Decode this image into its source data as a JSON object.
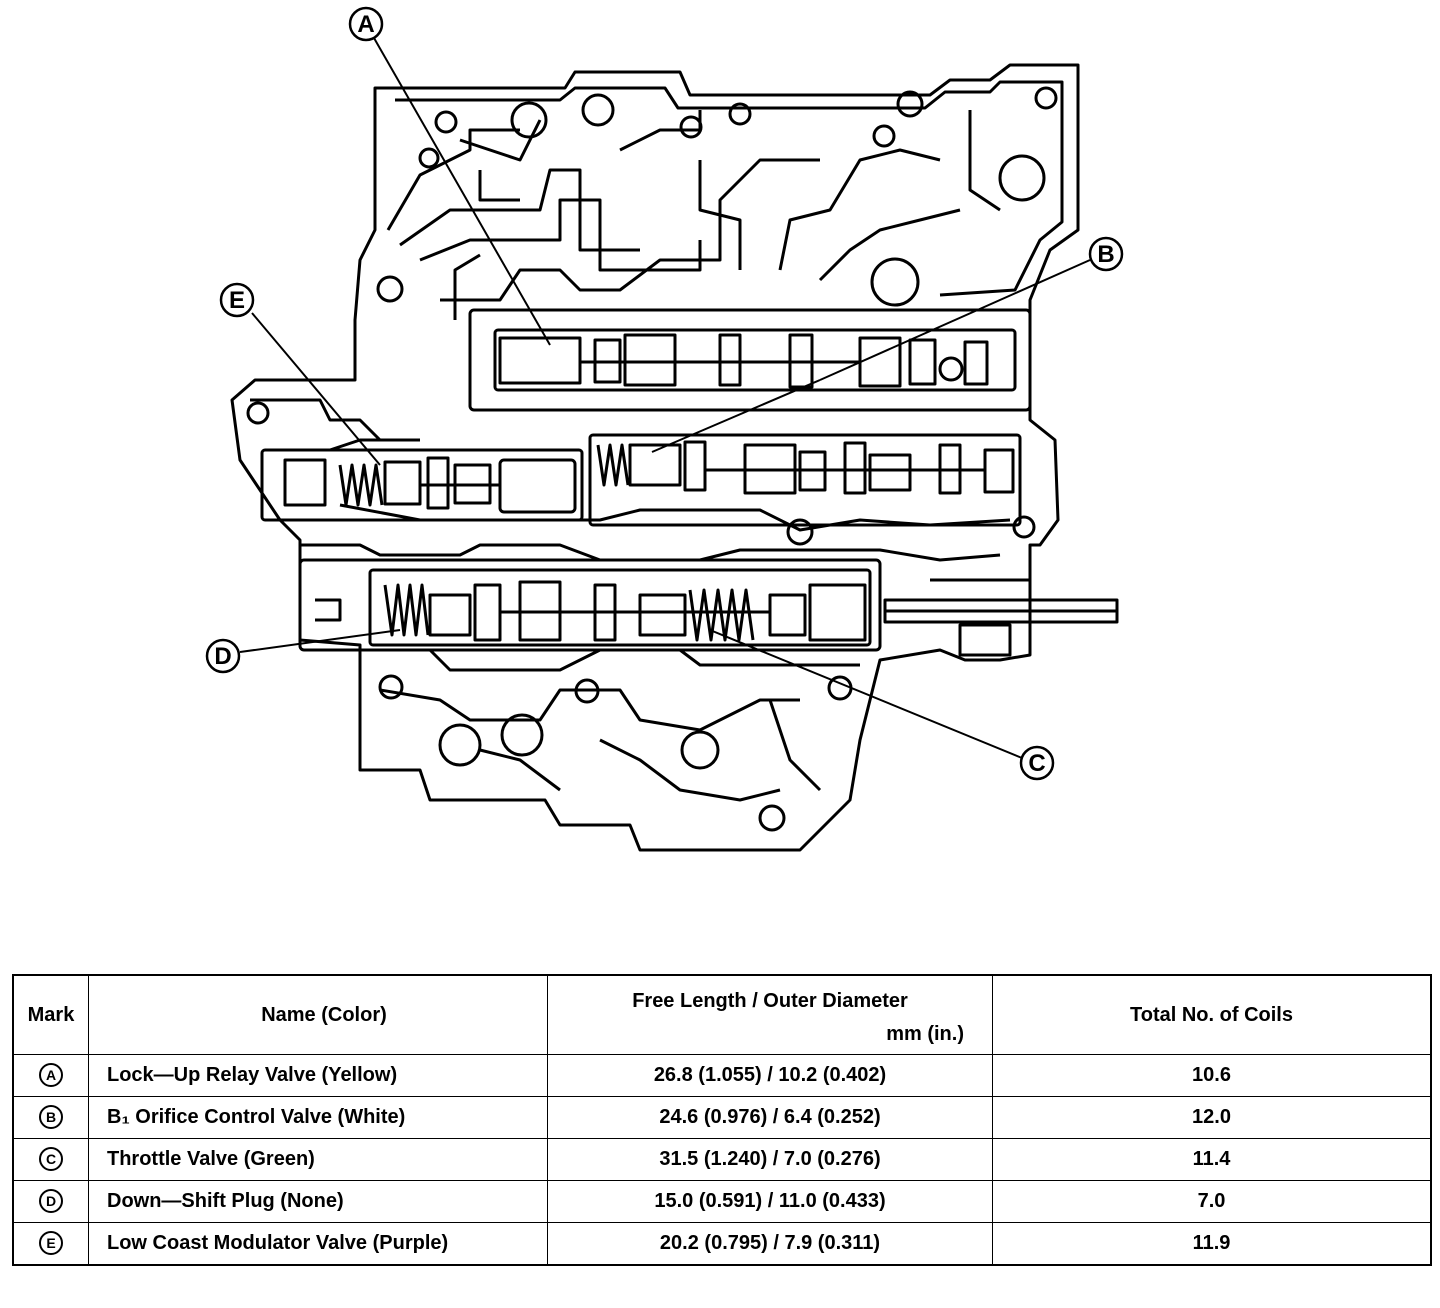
{
  "diagram": {
    "callouts": [
      {
        "mark": "A"
      },
      {
        "mark": "B"
      },
      {
        "mark": "C"
      },
      {
        "mark": "D"
      },
      {
        "mark": "E"
      }
    ]
  },
  "table": {
    "headers": {
      "mark": "Mark",
      "name": "Name (Color)",
      "length": "Free Length / Outer Diameter",
      "length_unit": "mm (in.)",
      "coils": "Total No. of Coils"
    },
    "rows": [
      {
        "mark": "A",
        "name": "Lock—Up Relay Valve (Yellow)",
        "length": "26.8 (1.055) / 10.2 (0.402)",
        "coils": "10.6"
      },
      {
        "mark": "B",
        "name": "B₁ Orifice Control Valve (White)",
        "length": "24.6 (0.976) / 6.4 (0.252)",
        "coils": "12.0"
      },
      {
        "mark": "C",
        "name": "Throttle Valve (Green)",
        "length": "31.5 (1.240) / 7.0 (0.276)",
        "coils": "11.4"
      },
      {
        "mark": "D",
        "name": "Down—Shift Plug (None)",
        "length": "15.0 (0.591) / 11.0 (0.433)",
        "coils": "7.0"
      },
      {
        "mark": "E",
        "name": "Low Coast Modulator Valve (Purple)",
        "length": "20.2 (0.795) / 7.9 (0.311)",
        "coils": "11.9"
      }
    ]
  }
}
